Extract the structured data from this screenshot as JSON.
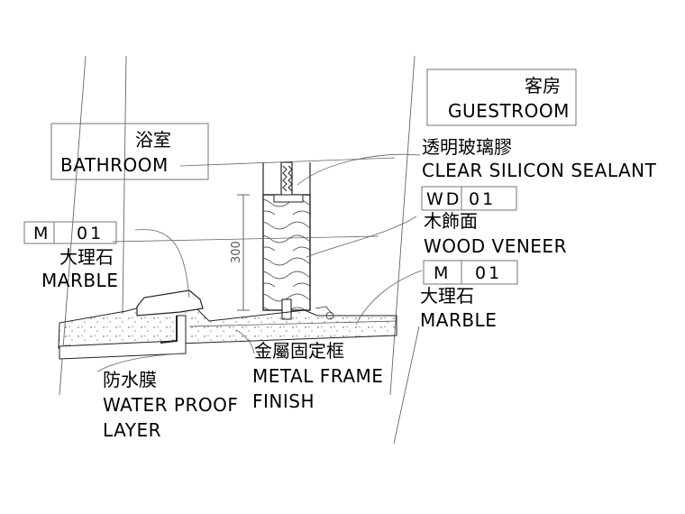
{
  "labels": {
    "guestroom_cn": "客房",
    "guestroom_en": "GUESTROOM",
    "bathroom_cn": "浴室",
    "bathroom_en": "BATHROOM",
    "sealant_cn": "透明玻璃膠",
    "sealant_en": "CLEAR SILICON SEALANT",
    "wood_tag_code": "WD",
    "wood_tag_num": "01",
    "wood_cn": "木飾面",
    "wood_en": "WOOD VENEER",
    "marble_left_tag_code": "M",
    "marble_left_tag_num": "01",
    "marble_left_cn": "大理石",
    "marble_left_en": "MARBLE",
    "marble_right_tag_code": "M",
    "marble_right_tag_num": "01",
    "marble_right_cn": "大理石",
    "marble_right_en": "MARBLE",
    "waterproof_cn": "防水膜",
    "waterproof_en_1": "WATER PROOF",
    "waterproof_en_2": "LAYER",
    "frame_cn": "金屬固定框",
    "frame_en_1": "METAL FRAME",
    "frame_en_2": "FINISH",
    "dimension": "300"
  }
}
